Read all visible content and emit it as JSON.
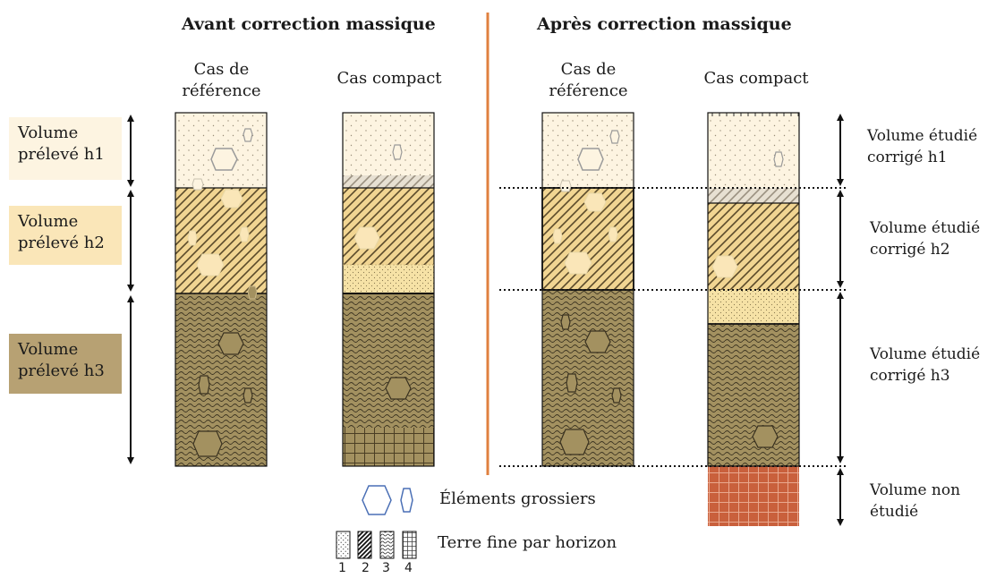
{
  "titles": {
    "before": "Avant correction massique",
    "after": "Après correction massique"
  },
  "columns": {
    "reference": "Cas de\nréférence",
    "compact": "Cas compact"
  },
  "left_labels": [
    {
      "text": "Volume\nprélevé h1",
      "color": "#fdf4e1"
    },
    {
      "text": "Volume\nprélevé h2",
      "color": "#fae6b8"
    },
    {
      "text": "Volume\nprélevé h3",
      "color": "#b7a173"
    }
  ],
  "right_labels": [
    "Volume étudié\ncorrigé h1",
    "Volume étudié\ncorrigé h2",
    "Volume étudié\ncorrigé h3",
    "Volume non\nétudié"
  ],
  "legend": {
    "coarse": "Éléments grossiers",
    "fine": "Terre fine par horizon",
    "numbers": [
      "1",
      "2",
      "3",
      "4"
    ]
  },
  "colors": {
    "h1": "#fdf4e1",
    "h2": "#f1d592",
    "h3": "#a39160",
    "h4": "#c9603c",
    "divider": "#e0803f",
    "coarse_outline": "#4a6fb5"
  }
}
